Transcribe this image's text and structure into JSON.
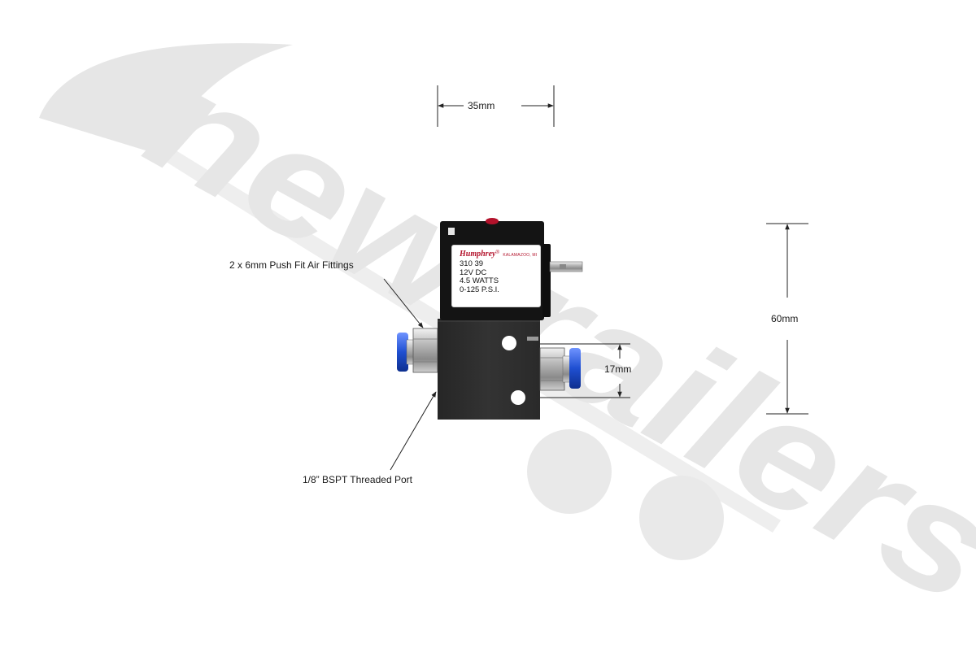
{
  "watermark": {
    "text": "newtrailers"
  },
  "dimensions": {
    "width": "35mm",
    "height": "60mm",
    "port_spacing": "17mm"
  },
  "callouts": {
    "fittings": "2 x 6mm Push Fit Air Fittings",
    "port": "1/8” BSPT Threaded Port"
  },
  "product_label": {
    "brand": "Humphrey",
    "registered": "®",
    "location": "KALAMAZOO, MI",
    "lines": [
      "310 39",
      "12V DC",
      "4.5 WATTS",
      "0-125 P.S.I."
    ]
  },
  "colors": {
    "valve_body": "#2e2e2e",
    "coil_housing": "#141414",
    "fitting_collet": "#1f4fd1",
    "brand_red": "#b3122b",
    "watermark_gray": "#e6e6e6"
  }
}
